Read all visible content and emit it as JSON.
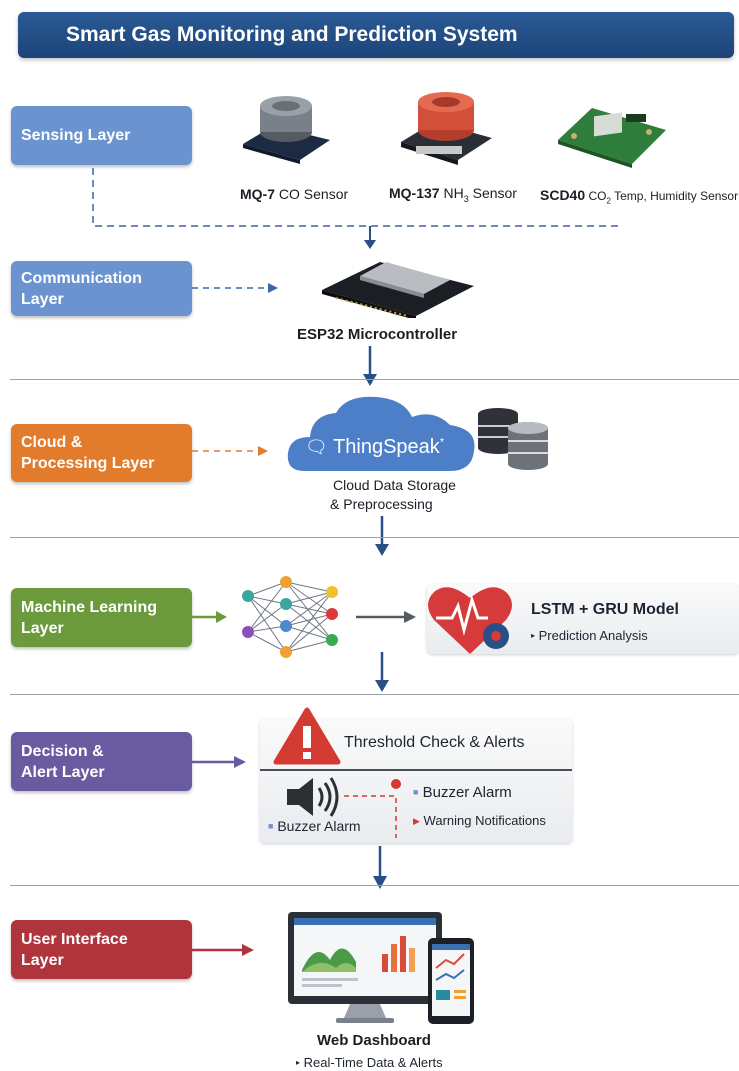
{
  "title": "Smart Gas Monitoring and Prediction System",
  "colors": {
    "title_bg": "#1d4479",
    "sensing": "#6b93cf",
    "communication": "#6b93cf",
    "cloud": "#e37b2d",
    "ml": "#6b9a3c",
    "decision": "#6a5aa0",
    "ui": "#b0343c",
    "arrow": "#2a4f86"
  },
  "layers": {
    "sensing": "Sensing Layer",
    "communication": [
      "Communication",
      "Layer"
    ],
    "cloud": [
      "Cloud &",
      "Processing Layer"
    ],
    "ml": [
      "Machine Learning",
      "Layer"
    ],
    "decision": [
      "Decision &",
      "Alert Layer"
    ],
    "ui": [
      "User Interface",
      "Layer"
    ]
  },
  "sensors": {
    "mq7_bold": "MQ-7",
    "mq7_rest": "CO Sensor",
    "mq137_bold": "MQ-137",
    "mq137_nh": "NH",
    "mq137_sub": "3",
    "mq137_rest": "Sensor",
    "scd40_bold": "SCD40",
    "scd40_co": "CO",
    "scd40_sub": "2",
    "scd40_rest": "Temp, Humidity Sensor"
  },
  "esp32": "ESP32 Microcontroller",
  "cloud": {
    "brand": "ThingSpeak",
    "brand_mark": "*",
    "caption": [
      "Cloud Data Storage",
      "& Preprocessing"
    ]
  },
  "ml": {
    "model": "LSTM + GRU Model",
    "analysis": "Prediction Analysis"
  },
  "decision": {
    "threshold": "Threshold Check & Alerts",
    "buzzer_left": "Buzzer Alarm",
    "buzzer_right": "Buzzer Alarm",
    "warning": "Warning Notifications"
  },
  "ui": {
    "dashboard": "Web Dashboard",
    "realtime": "Real-Time Data & Alerts"
  }
}
